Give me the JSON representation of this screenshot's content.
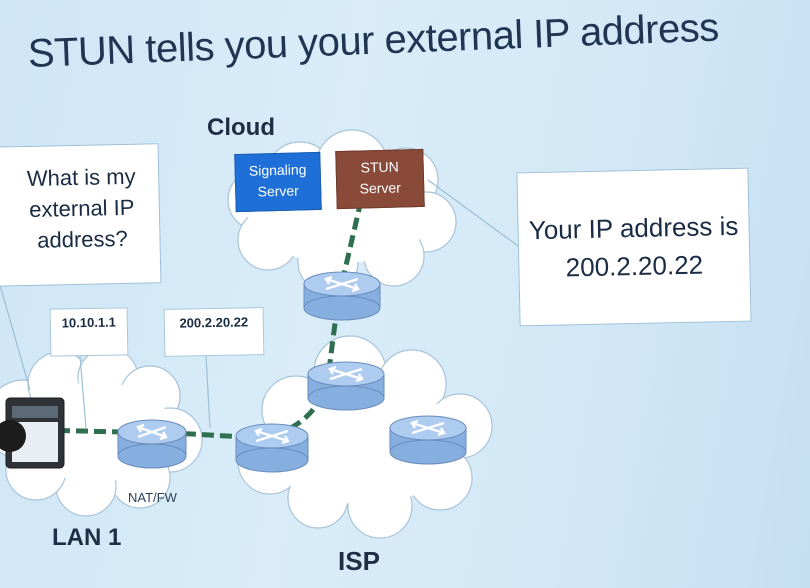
{
  "slide": {
    "title": "STUN tells you your external IP address"
  },
  "question_bubble": {
    "lines": [
      "What is my",
      "external IP",
      "address?"
    ]
  },
  "answer_bubble": {
    "lines": [
      "Your IP address is",
      "200.2.20.22"
    ]
  },
  "ip_labels": {
    "lan": "10.10.1.1",
    "wan": "200.2.20.22"
  },
  "servers": {
    "signaling": [
      "Signaling",
      "Server"
    ],
    "stun": [
      "STUN",
      "Server"
    ]
  },
  "regions": {
    "cloud": "Cloud",
    "lan": "LAN 1",
    "isp": "ISP",
    "nat": "NAT/FW"
  },
  "colors": {
    "signaling_box": "#1f6fd8",
    "stun_box": "#8a4a3a",
    "path": "#2f6e4f",
    "router": "#8fb3e0",
    "cloud_fill": "#ffffff"
  },
  "icons": [
    "router-icon",
    "client-computer-icon",
    "network-cloud"
  ]
}
